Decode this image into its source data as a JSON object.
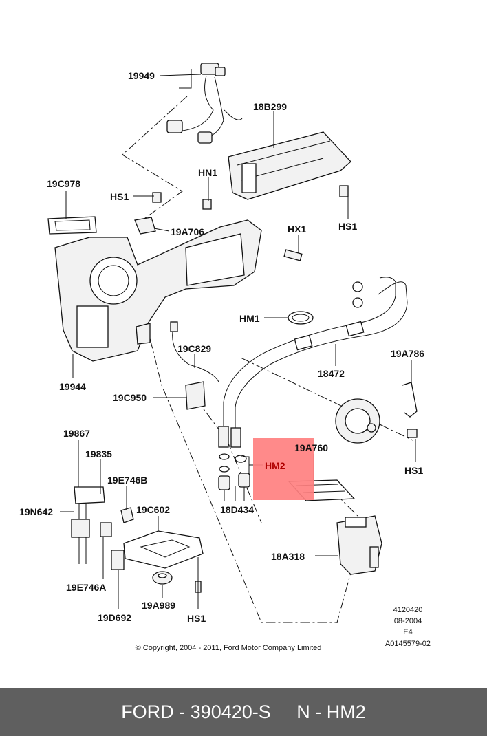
{
  "labels": {
    "p19949": "19949",
    "p18B299": "18B299",
    "pHN1": "HN1",
    "p19C978": "19C978",
    "pHS1_a": "HS1",
    "p19A706": "19A706",
    "pHX1": "HX1",
    "pHS1_b": "HS1",
    "pHM1": "HM1",
    "p18472": "18472",
    "p19A786": "19A786",
    "p19C829": "19C829",
    "p19944": "19944",
    "p19C950": "19C950",
    "p19A760": "19A760",
    "pHM2": "HM2",
    "pHS1_c": "HS1",
    "p18D434": "18D434",
    "p19867": "19867",
    "p19835": "19835",
    "p19E746B": "19E746B",
    "p19N642": "19N642",
    "p19C602": "19C602",
    "p18A318": "18A318",
    "p19E746A": "19E746A",
    "p19A989": "19A989",
    "p19D692": "19D692",
    "pHS1_d": "HS1"
  },
  "meta": {
    "line1": "4120420",
    "line2": "08-2004",
    "line3": "E4",
    "line4": "A0145579-02",
    "copyright": "© Copyright, 2004 - 2011, Ford Motor Company Limited"
  },
  "highlight_color": "#ff8080",
  "footer": {
    "part": "FORD - 390420-S",
    "ref": "N - HM2"
  }
}
